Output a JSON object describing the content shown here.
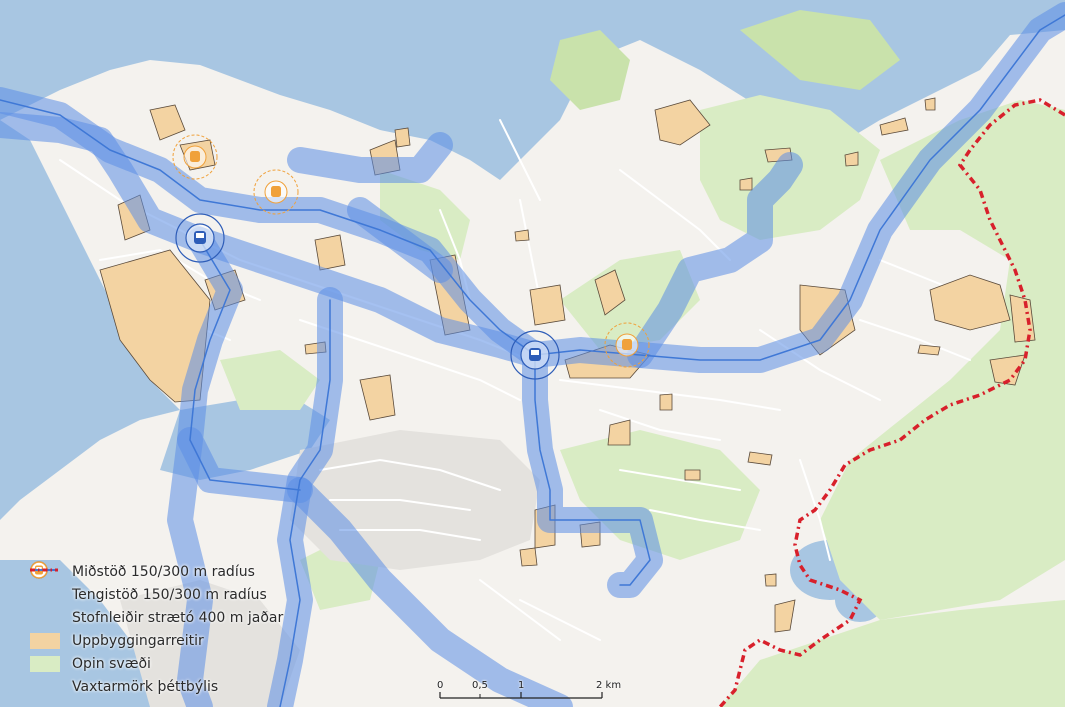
{
  "colors": {
    "water": "#a8c6e2",
    "land": "#f4f2ee",
    "green": "#d9ecc4",
    "route": "#5b8ee6",
    "development": "#f3d3a2",
    "boundary": "#d8202b",
    "roads": "#ffffff",
    "hub": "#2e5db8",
    "stop": "#f0a13a"
  },
  "legend": {
    "items": [
      {
        "label": "Miðstöð 150/300 m radíus",
        "symbol": "hub-icon"
      },
      {
        "label": "Tengistöð 150/300 m radíus",
        "symbol": "stop-icon"
      },
      {
        "label": "Stofnleiðir strætó 400 m jaðar",
        "symbol": "route-line"
      },
      {
        "label": "Uppbyggingarreitir",
        "symbol": "development-fill"
      },
      {
        "label": "Opin svæði",
        "symbol": "green-fill"
      },
      {
        "label": "Vaxtarmörk þéttbýlis",
        "symbol": "boundary-line"
      }
    ]
  },
  "scalebar": {
    "ticks": [
      "0",
      "0,5",
      "1",
      "2 km"
    ]
  }
}
